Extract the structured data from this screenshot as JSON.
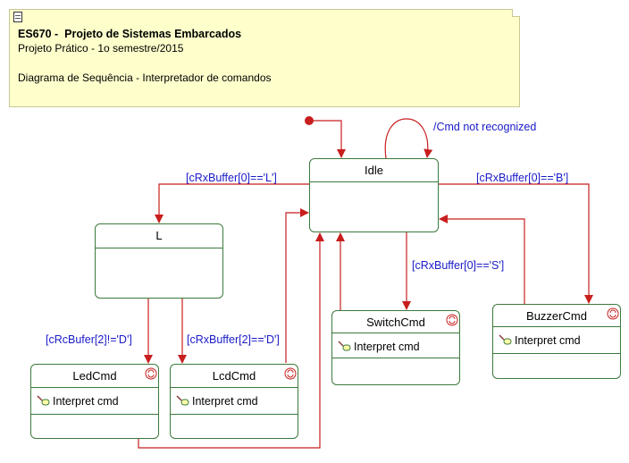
{
  "note": {
    "title": "ES670 -  Projeto de Sistemas Embarcados",
    "line1": "Projeto Prático - 1o semestre/2015",
    "line2": "Diagrama de Sequência - Interpretador de comandos"
  },
  "states": {
    "idle": "Idle",
    "l": "L",
    "switchcmd": "SwitchCmd",
    "buzzercmd": "BuzzerCmd",
    "ledcmd": "LedCmd",
    "lcdcmd": "LcdCmd"
  },
  "actions": {
    "interpret": "Interpret cmd"
  },
  "transitions": {
    "self_loop": "/Cmd not recognized",
    "to_l": "[cRxBuffer[0]=='L']",
    "to_buzzer": "[cRxBuffer[0]=='B']",
    "to_switch": "[cRxBuffer[0]=='S']",
    "to_led": "[cRcBufer[2]!='D']",
    "to_lcd": "[cRxBuffer[2]=='D']"
  },
  "colors": {
    "transition": "#c81e1e",
    "label": "#1a1ac8",
    "state_border": "#3c7a3c",
    "note_fill": "#ffffcc"
  }
}
